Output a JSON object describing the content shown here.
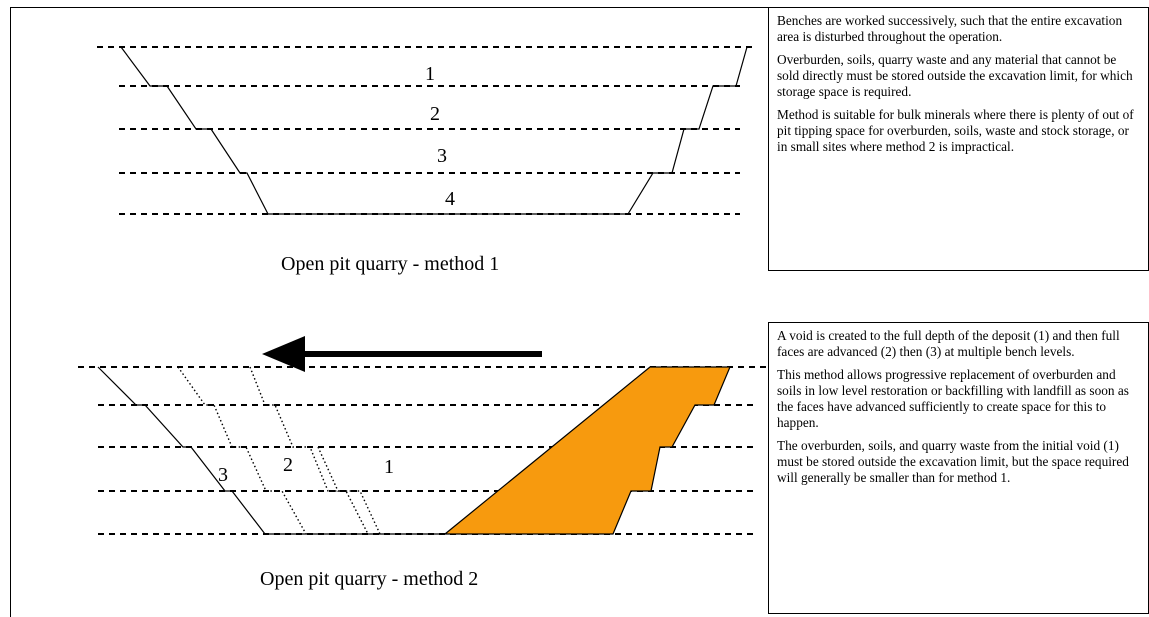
{
  "method1": {
    "caption": "Open pit quarry - method 1",
    "bench_labels": [
      "1",
      "2",
      "3",
      "4"
    ]
  },
  "method2": {
    "caption": "Open pit quarry - method 2",
    "stage_labels": [
      "3",
      "2",
      "1"
    ],
    "backfill_color": "#f79a0e",
    "arrow_direction": "left"
  },
  "textbox1": {
    "paragraphs": [
      "Benches are worked successively, such that the entire excavation area is disturbed throughout the operation.",
      "Overburden, soils, quarry waste and any material that cannot be sold directly must be stored outside the excavation limit, for which storage space is required.",
      "Method is suitable for bulk minerals where there is plenty of out of pit tipping space for overburden, soils, waste and stock storage, or in small sites where method 2 is impractical."
    ]
  },
  "textbox2": {
    "paragraphs": [
      "A void is created to the full depth of the deposit (1) and then full faces are advanced (2) then (3) at multiple bench levels.",
      "This method allows progressive replacement of overburden and soils in low level restoration or backfilling with landfill as soon as the faces have advanced sufficiently to create space for this to happen.",
      "The overburden, soils, and quarry waste from the initial void (1) must be stored outside the excavation limit, but the space required will generally be smaller than for method 1."
    ]
  }
}
